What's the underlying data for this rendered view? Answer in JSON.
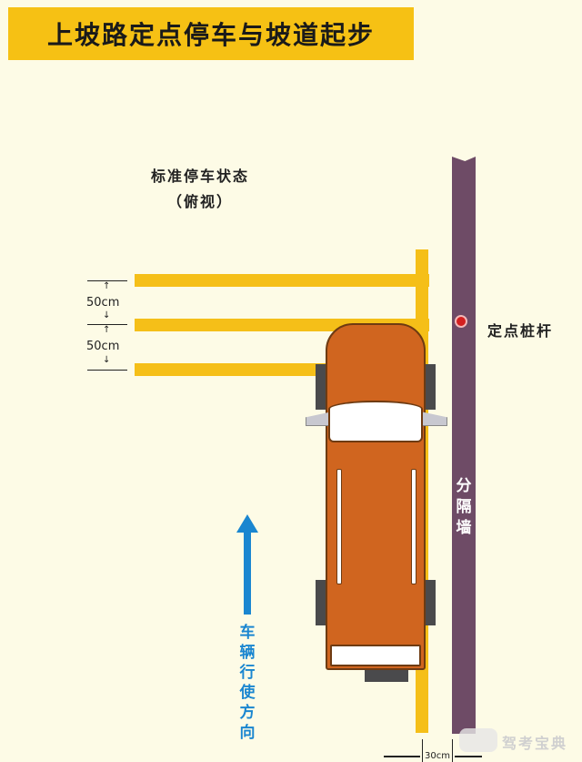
{
  "title": "上坡路定点停车与坡道起步",
  "caption": {
    "line1": "标准停车状态",
    "line2": "（俯视）"
  },
  "dimensions": {
    "gap1": "50cm",
    "gap2": "50cm",
    "wall_gap": "30cm"
  },
  "labels": {
    "fixed_pole": "定点桩杆",
    "divider_wall": [
      "分",
      "隔",
      "墙"
    ],
    "direction": [
      "车",
      "辆",
      "行",
      "使",
      "方",
      "向"
    ]
  },
  "watermark": "驾考宝典",
  "colors": {
    "background": "#fdfbe6",
    "title_bar": "#f6c114",
    "yellow_line": "#f5bf18",
    "wall": "#6e4b66",
    "car_body": "#d0651f",
    "pole_marker": "#d42020",
    "arrow": "#1a86d0"
  }
}
